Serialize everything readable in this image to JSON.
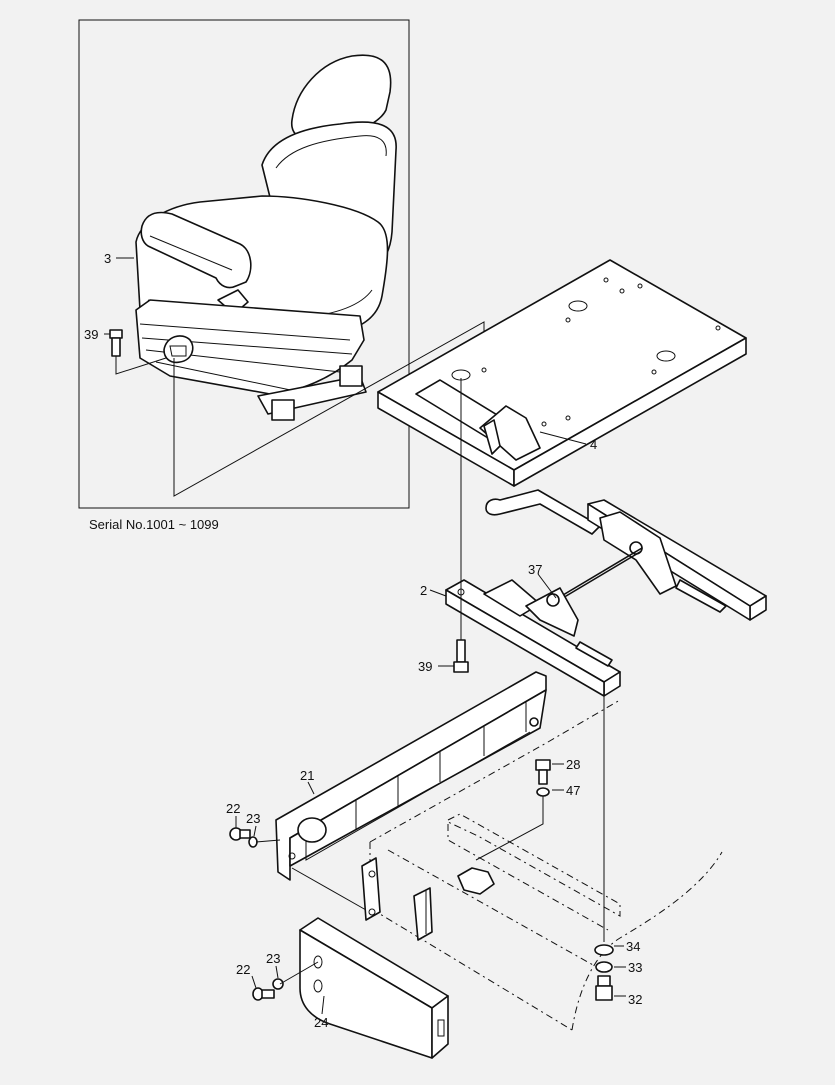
{
  "inset": {
    "caption": "Serial No.1001 ~ 1099"
  },
  "callouts": {
    "c3": "3",
    "c39a": "39",
    "c4": "4",
    "c37": "37",
    "c2": "2",
    "c39b": "39",
    "c21": "21",
    "c28": "28",
    "c47": "47",
    "c22a": "22",
    "c23a": "23",
    "c34": "34",
    "c33": "33",
    "c22b": "22",
    "c23b": "23",
    "c32": "32",
    "c24": "24"
  }
}
